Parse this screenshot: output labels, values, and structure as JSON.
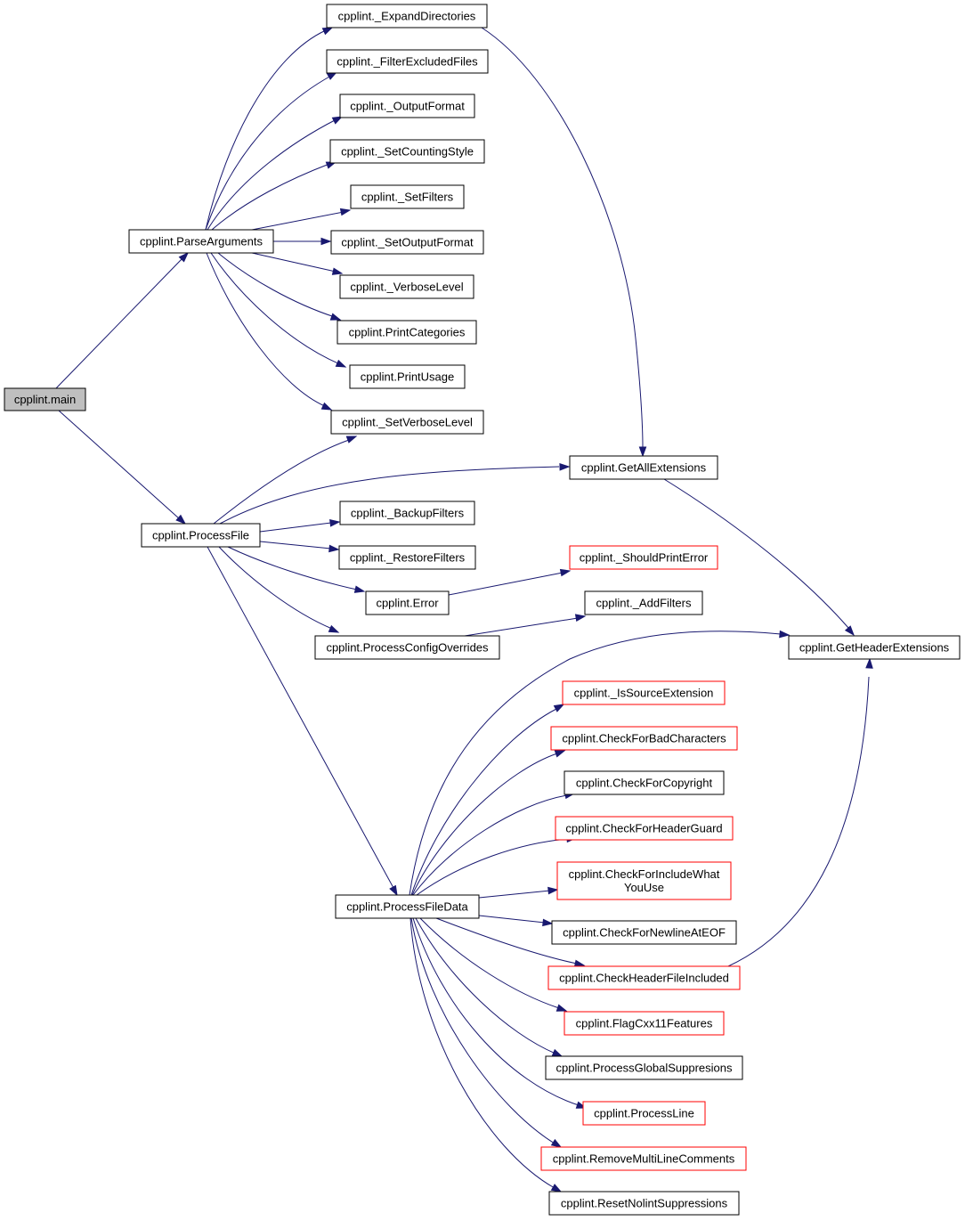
{
  "colors": {
    "edge": "#191970",
    "normal_border": "#000000",
    "truncated_border": "#ff0000",
    "root_fill": "#bfbfbf",
    "node_fill": "#ffffff"
  },
  "nodes": [
    {
      "id": "main",
      "lines": [
        "cpplint.main"
      ],
      "style": "root"
    },
    {
      "id": "parse_arguments",
      "lines": [
        "cpplint.ParseArguments"
      ],
      "style": "normal"
    },
    {
      "id": "process_file",
      "lines": [
        "cpplint.ProcessFile"
      ],
      "style": "normal"
    },
    {
      "id": "expand_directories",
      "lines": [
        "cpplint._ExpandDirectories"
      ],
      "style": "normal"
    },
    {
      "id": "filter_excluded_files",
      "lines": [
        "cpplint._FilterExcludedFiles"
      ],
      "style": "normal"
    },
    {
      "id": "output_format",
      "lines": [
        "cpplint._OutputFormat"
      ],
      "style": "normal"
    },
    {
      "id": "set_counting_style",
      "lines": [
        "cpplint._SetCountingStyle"
      ],
      "style": "normal"
    },
    {
      "id": "set_filters",
      "lines": [
        "cpplint._SetFilters"
      ],
      "style": "normal"
    },
    {
      "id": "set_output_format",
      "lines": [
        "cpplint._SetOutputFormat"
      ],
      "style": "normal"
    },
    {
      "id": "verbose_level",
      "lines": [
        "cpplint._VerboseLevel"
      ],
      "style": "normal"
    },
    {
      "id": "print_categories",
      "lines": [
        "cpplint.PrintCategories"
      ],
      "style": "normal"
    },
    {
      "id": "print_usage",
      "lines": [
        "cpplint.PrintUsage"
      ],
      "style": "normal"
    },
    {
      "id": "set_verbose_level",
      "lines": [
        "cpplint._SetVerboseLevel"
      ],
      "style": "normal"
    },
    {
      "id": "get_all_extensions",
      "lines": [
        "cpplint.GetAllExtensions"
      ],
      "style": "normal"
    },
    {
      "id": "backup_filters",
      "lines": [
        "cpplint._BackupFilters"
      ],
      "style": "normal"
    },
    {
      "id": "restore_filters",
      "lines": [
        "cpplint._RestoreFilters"
      ],
      "style": "normal"
    },
    {
      "id": "should_print_error",
      "lines": [
        "cpplint._ShouldPrintError"
      ],
      "style": "truncated"
    },
    {
      "id": "error",
      "lines": [
        "cpplint.Error"
      ],
      "style": "normal"
    },
    {
      "id": "add_filters",
      "lines": [
        "cpplint._AddFilters"
      ],
      "style": "normal"
    },
    {
      "id": "process_config_overrides",
      "lines": [
        "cpplint.ProcessConfigOverrides"
      ],
      "style": "normal"
    },
    {
      "id": "get_header_extensions",
      "lines": [
        "cpplint.GetHeaderExtensions"
      ],
      "style": "normal"
    },
    {
      "id": "is_source_extension",
      "lines": [
        "cpplint._IsSourceExtension"
      ],
      "style": "truncated"
    },
    {
      "id": "check_for_bad_characters",
      "lines": [
        "cpplint.CheckForBadCharacters"
      ],
      "style": "truncated"
    },
    {
      "id": "check_for_copyright",
      "lines": [
        "cpplint.CheckForCopyright"
      ],
      "style": "normal"
    },
    {
      "id": "check_for_header_guard",
      "lines": [
        "cpplint.CheckForHeaderGuard"
      ],
      "style": "truncated"
    },
    {
      "id": "check_for_include_what_you_use",
      "lines": [
        "cpplint.CheckForIncludeWhat",
        "YouUse"
      ],
      "style": "truncated"
    },
    {
      "id": "process_file_data",
      "lines": [
        "cpplint.ProcessFileData"
      ],
      "style": "normal"
    },
    {
      "id": "check_for_newline_at_eof",
      "lines": [
        "cpplint.CheckForNewlineAtEOF"
      ],
      "style": "normal"
    },
    {
      "id": "check_header_file_included",
      "lines": [
        "cpplint.CheckHeaderFileIncluded"
      ],
      "style": "truncated"
    },
    {
      "id": "flag_cxx11_features",
      "lines": [
        "cpplint.FlagCxx11Features"
      ],
      "style": "truncated"
    },
    {
      "id": "process_global_suppresions",
      "lines": [
        "cpplint.ProcessGlobalSuppresions"
      ],
      "style": "normal"
    },
    {
      "id": "process_line",
      "lines": [
        "cpplint.ProcessLine"
      ],
      "style": "truncated"
    },
    {
      "id": "remove_multi_line_comments",
      "lines": [
        "cpplint.RemoveMultiLineComments"
      ],
      "style": "truncated"
    },
    {
      "id": "reset_nolint_suppressions",
      "lines": [
        "cpplint.ResetNolintSuppressions"
      ],
      "style": "normal"
    }
  ],
  "edges": [
    {
      "from": "main",
      "to": "parse_arguments"
    },
    {
      "from": "main",
      "to": "process_file"
    },
    {
      "from": "parse_arguments",
      "to": "expand_directories"
    },
    {
      "from": "parse_arguments",
      "to": "filter_excluded_files"
    },
    {
      "from": "parse_arguments",
      "to": "output_format"
    },
    {
      "from": "parse_arguments",
      "to": "set_counting_style"
    },
    {
      "from": "parse_arguments",
      "to": "set_filters"
    },
    {
      "from": "parse_arguments",
      "to": "set_output_format"
    },
    {
      "from": "parse_arguments",
      "to": "verbose_level"
    },
    {
      "from": "parse_arguments",
      "to": "print_categories"
    },
    {
      "from": "parse_arguments",
      "to": "print_usage"
    },
    {
      "from": "parse_arguments",
      "to": "set_verbose_level"
    },
    {
      "from": "expand_directories",
      "to": "get_all_extensions"
    },
    {
      "from": "process_file",
      "to": "set_verbose_level"
    },
    {
      "from": "process_file",
      "to": "get_all_extensions"
    },
    {
      "from": "process_file",
      "to": "backup_filters"
    },
    {
      "from": "process_file",
      "to": "restore_filters"
    },
    {
      "from": "process_file",
      "to": "error"
    },
    {
      "from": "process_file",
      "to": "process_config_overrides"
    },
    {
      "from": "process_file",
      "to": "process_file_data"
    },
    {
      "from": "error",
      "to": "should_print_error"
    },
    {
      "from": "process_config_overrides",
      "to": "add_filters"
    },
    {
      "from": "get_all_extensions",
      "to": "get_header_extensions"
    },
    {
      "from": "process_file_data",
      "to": "get_header_extensions"
    },
    {
      "from": "process_file_data",
      "to": "is_source_extension"
    },
    {
      "from": "process_file_data",
      "to": "check_for_bad_characters"
    },
    {
      "from": "process_file_data",
      "to": "check_for_copyright"
    },
    {
      "from": "process_file_data",
      "to": "check_for_header_guard"
    },
    {
      "from": "process_file_data",
      "to": "check_for_include_what_you_use"
    },
    {
      "from": "process_file_data",
      "to": "check_for_newline_at_eof"
    },
    {
      "from": "process_file_data",
      "to": "check_header_file_included"
    },
    {
      "from": "process_file_data",
      "to": "flag_cxx11_features"
    },
    {
      "from": "process_file_data",
      "to": "process_global_suppresions"
    },
    {
      "from": "process_file_data",
      "to": "process_line"
    },
    {
      "from": "process_file_data",
      "to": "remove_multi_line_comments"
    },
    {
      "from": "process_file_data",
      "to": "reset_nolint_suppressions"
    },
    {
      "from": "check_header_file_included",
      "to": "get_header_extensions"
    }
  ]
}
